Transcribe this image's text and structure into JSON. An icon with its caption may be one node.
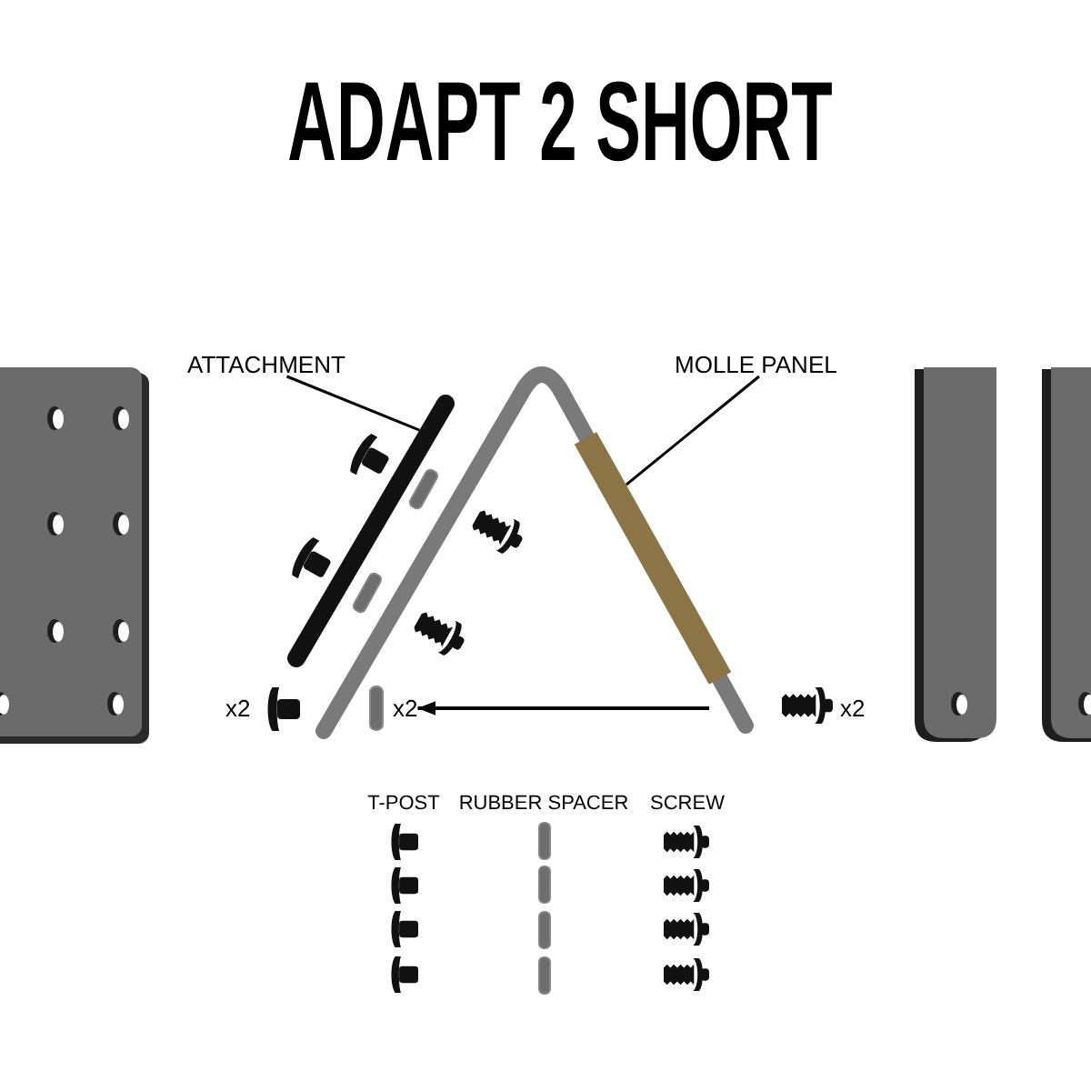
{
  "diagram": {
    "title": "ADAPT 2 SHORT",
    "nodes": [
      {
        "text": [
          "ATTACHMENT"
        ]
      },
      {
        "text": [],
        "shape": "bar"
      },
      {
        "text": [
          "MOLLE PANEL"
        ]
      },
      {
        "text": [],
        "shape": "bar"
      },
      {
        "text": [
          "x2"
        ]
      }
    ],
    "edges": [
      {
        "from": 0,
        "to": 1,
        "arrow": "none"
      },
      {
        "from": 2,
        "to": 3,
        "arrow": "none"
      },
      {
        "from": null,
        "to": 4,
        "arrow": "to"
      }
    ],
    "labels": [
      "x2",
      "x2",
      "T-POST",
      "RUBBER SPACER",
      "SCREW"
    ]
  }
}
